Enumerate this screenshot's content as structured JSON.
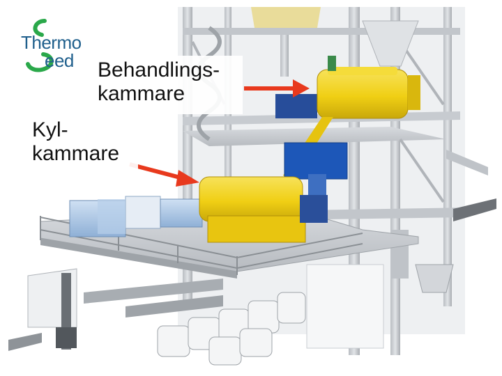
{
  "logo": {
    "line1": "Thermo",
    "line2": "eed",
    "colors": {
      "brand_green": "#2aa84a",
      "brand_blue": "#1f5f8c"
    }
  },
  "labels": {
    "treatment_chamber": {
      "line1": "Behandlings-",
      "line2": "kammare"
    },
    "cooling_chamber": {
      "line1": "Kyl-",
      "line2": "kammare"
    }
  },
  "colors": {
    "arrow": "#e8391d",
    "machine_yellow": "#f2d21a",
    "steel": "#c9cdd2",
    "duct_blue": "#a9c6e6",
    "bin_blue": "#1d57b8"
  }
}
